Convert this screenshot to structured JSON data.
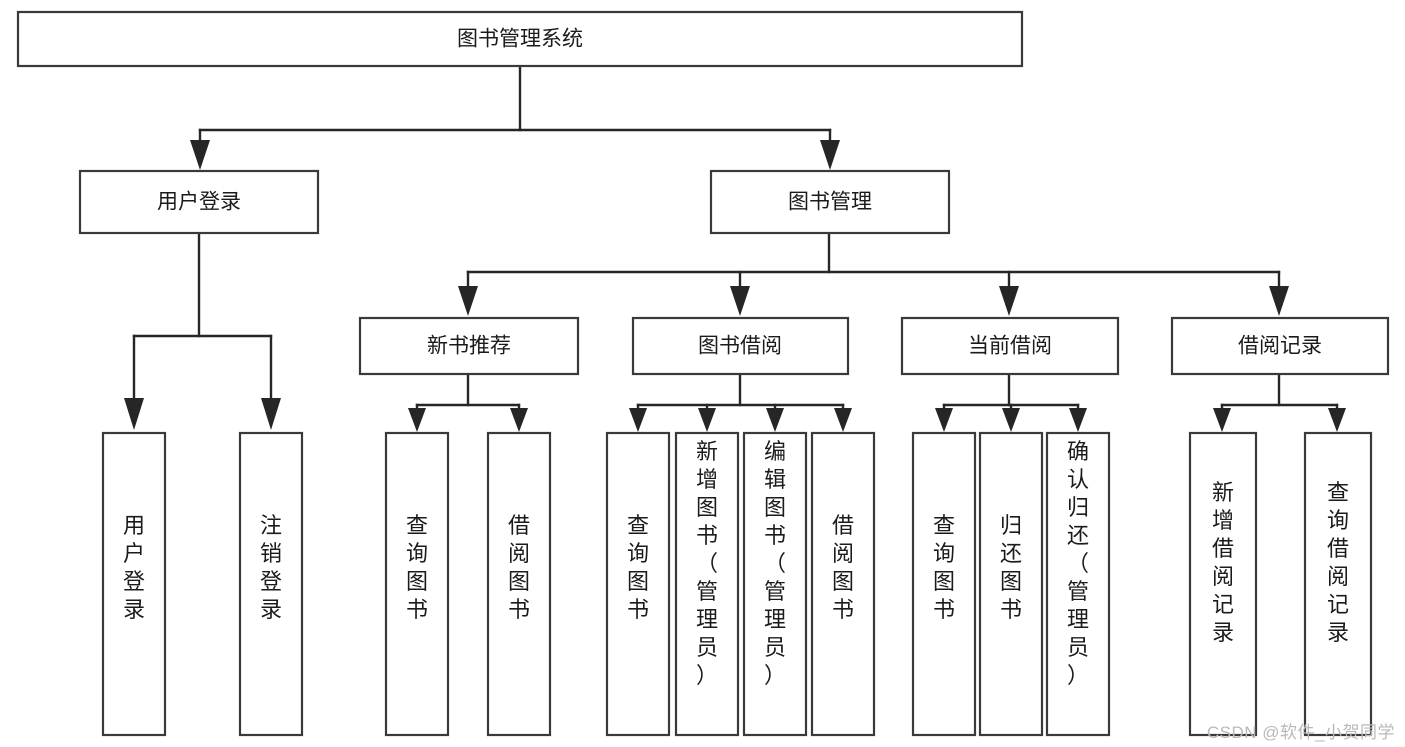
{
  "diagram": {
    "title": "图书管理系统",
    "watermark": "CSDN @软件_小贺同学",
    "colors": {
      "box_stroke": "#3a3a3a",
      "connector": "#262626",
      "box_fill": "#ffffff",
      "text": "#1b1b1b",
      "watermark": "#b9b9b9"
    },
    "root": {
      "label": "图书管理系统"
    },
    "level1": [
      {
        "label": "用户登录"
      },
      {
        "label": "图书管理"
      }
    ],
    "level2": [
      {
        "label": "新书推荐"
      },
      {
        "label": "图书借阅"
      },
      {
        "label": "当前借阅"
      },
      {
        "label": "借阅记录"
      }
    ],
    "leaves": {
      "user_login": [
        {
          "label": "用户登录"
        },
        {
          "label": "注销登录"
        }
      ],
      "new_book_recommend": [
        {
          "label": "查询图书"
        },
        {
          "label": "借阅图书"
        }
      ],
      "book_borrow": [
        {
          "label": "查询图书"
        },
        {
          "label": "新增图书（管理员）"
        },
        {
          "label": "编辑图书（管理员）"
        },
        {
          "label": "借阅图书"
        }
      ],
      "current_borrow": [
        {
          "label": "查询图书"
        },
        {
          "label": "归还图书"
        },
        {
          "label": "确认归还（管理员）"
        }
      ],
      "borrow_record": [
        {
          "label": "新增借阅记录"
        },
        {
          "label": "查询借阅记录"
        }
      ]
    }
  }
}
